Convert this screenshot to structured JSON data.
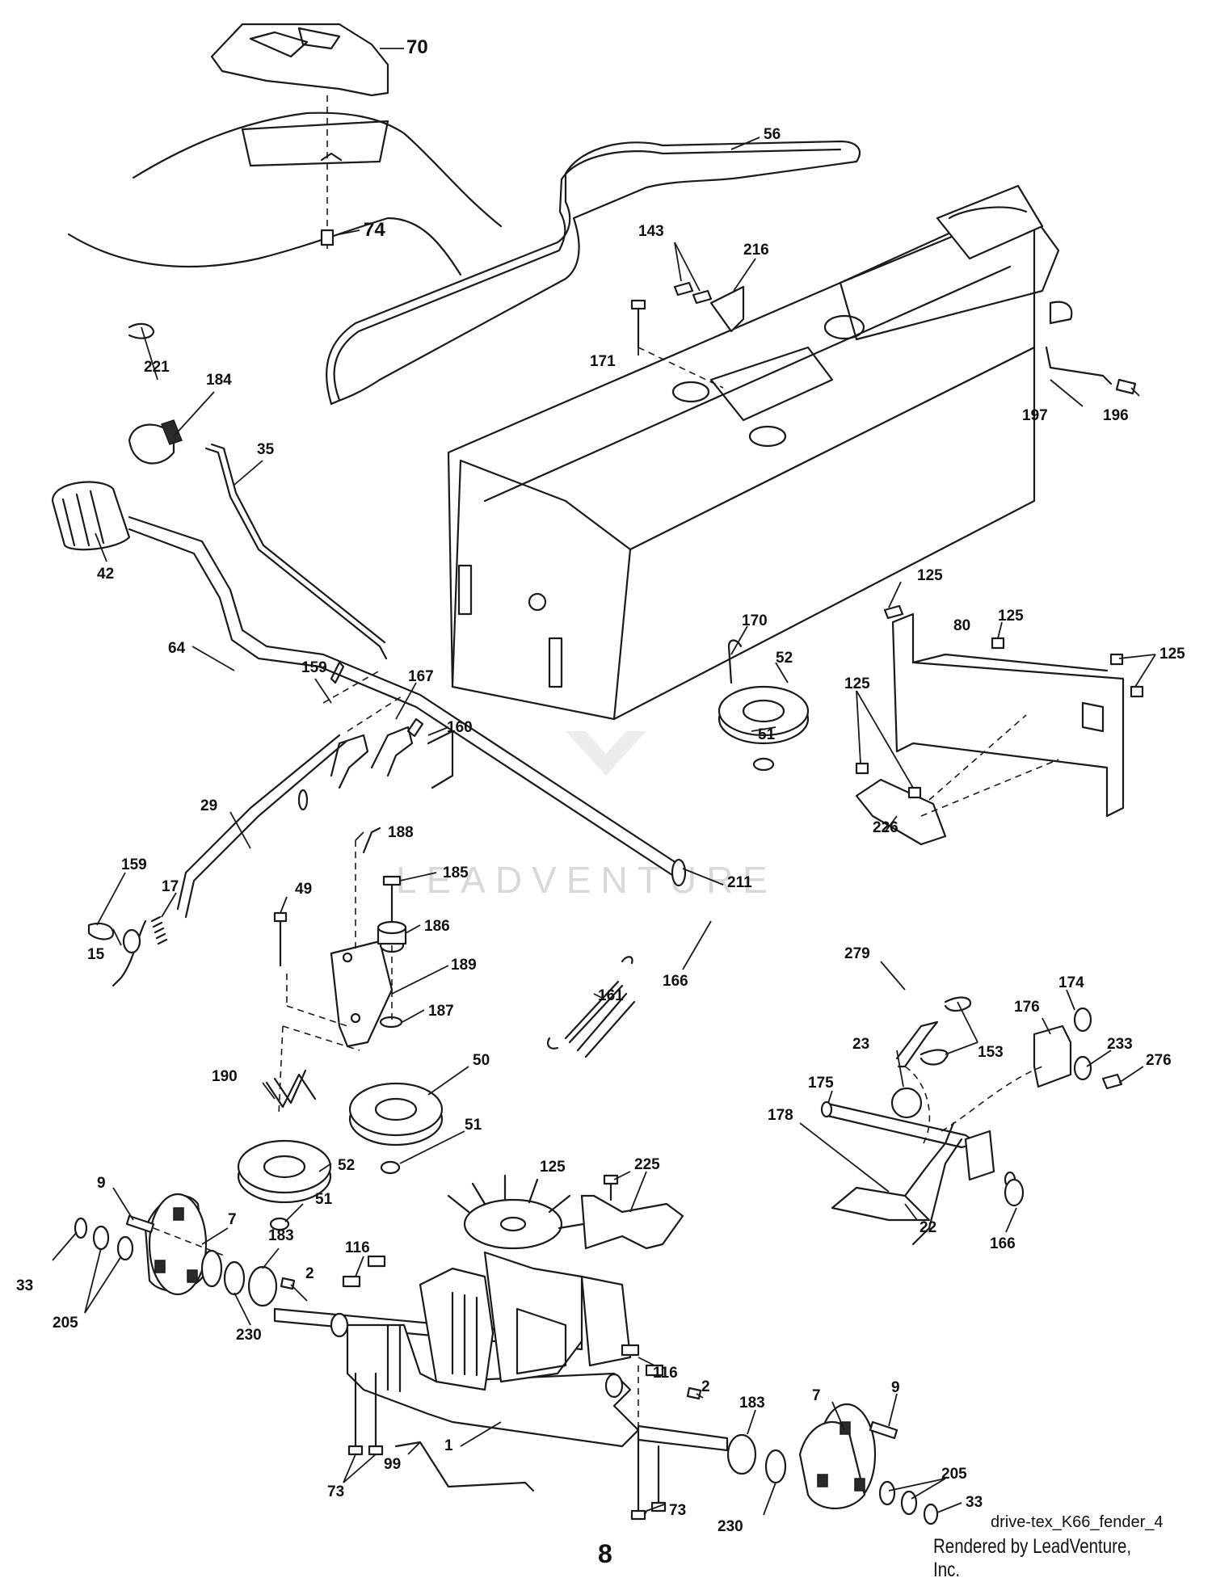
{
  "watermark": "LEADVENTURE",
  "drawing_id": "drive-tex_K66_fender_4",
  "render_credit": "Rendered by LeadVenture, Inc.",
  "page_number": "8",
  "callouts": {
    "c70": "70",
    "c74": "74",
    "c56": "56",
    "c143": "143",
    "c216": "216",
    "c171": "171",
    "c197": "197",
    "c196": "196",
    "c221": "221",
    "c184": "184",
    "c35": "35",
    "c42": "42",
    "c64": "64",
    "c159a": "159",
    "c167": "167",
    "c160": "160",
    "c170": "170",
    "c52a": "52",
    "c51a": "51",
    "c125a": "125",
    "c125b": "125",
    "c125c": "125",
    "c125d": "125",
    "c80": "80",
    "c226": "226",
    "c29": "29",
    "c188": "188",
    "c185": "185",
    "c211": "211",
    "c159b": "159",
    "c17": "17",
    "c49": "49",
    "c186": "186",
    "c15": "15",
    "c189": "189",
    "c166a": "166",
    "c161": "161",
    "c187": "187",
    "c279": "279",
    "c174": "174",
    "c176": "176",
    "c23": "23",
    "c153": "153",
    "c233": "233",
    "c276": "276",
    "c50": "50",
    "c190": "190",
    "c175": "175",
    "c178": "178",
    "c51b": "51",
    "c125e": "125",
    "c225": "225",
    "c52b": "52",
    "c51c": "51",
    "c22": "22",
    "c166b": "166",
    "c9a": "9",
    "c7a": "7",
    "c183a": "183",
    "c116a": "116",
    "c2a": "2",
    "c33a": "33",
    "c205a": "205",
    "c230a": "230",
    "c116b": "116",
    "c9b": "9",
    "c2b": "2",
    "c183b": "183",
    "c7b": "7",
    "c73a": "73",
    "c1": "1",
    "c99": "99",
    "c205b": "205",
    "c73b": "73",
    "c230b": "230",
    "c33b": "33"
  }
}
